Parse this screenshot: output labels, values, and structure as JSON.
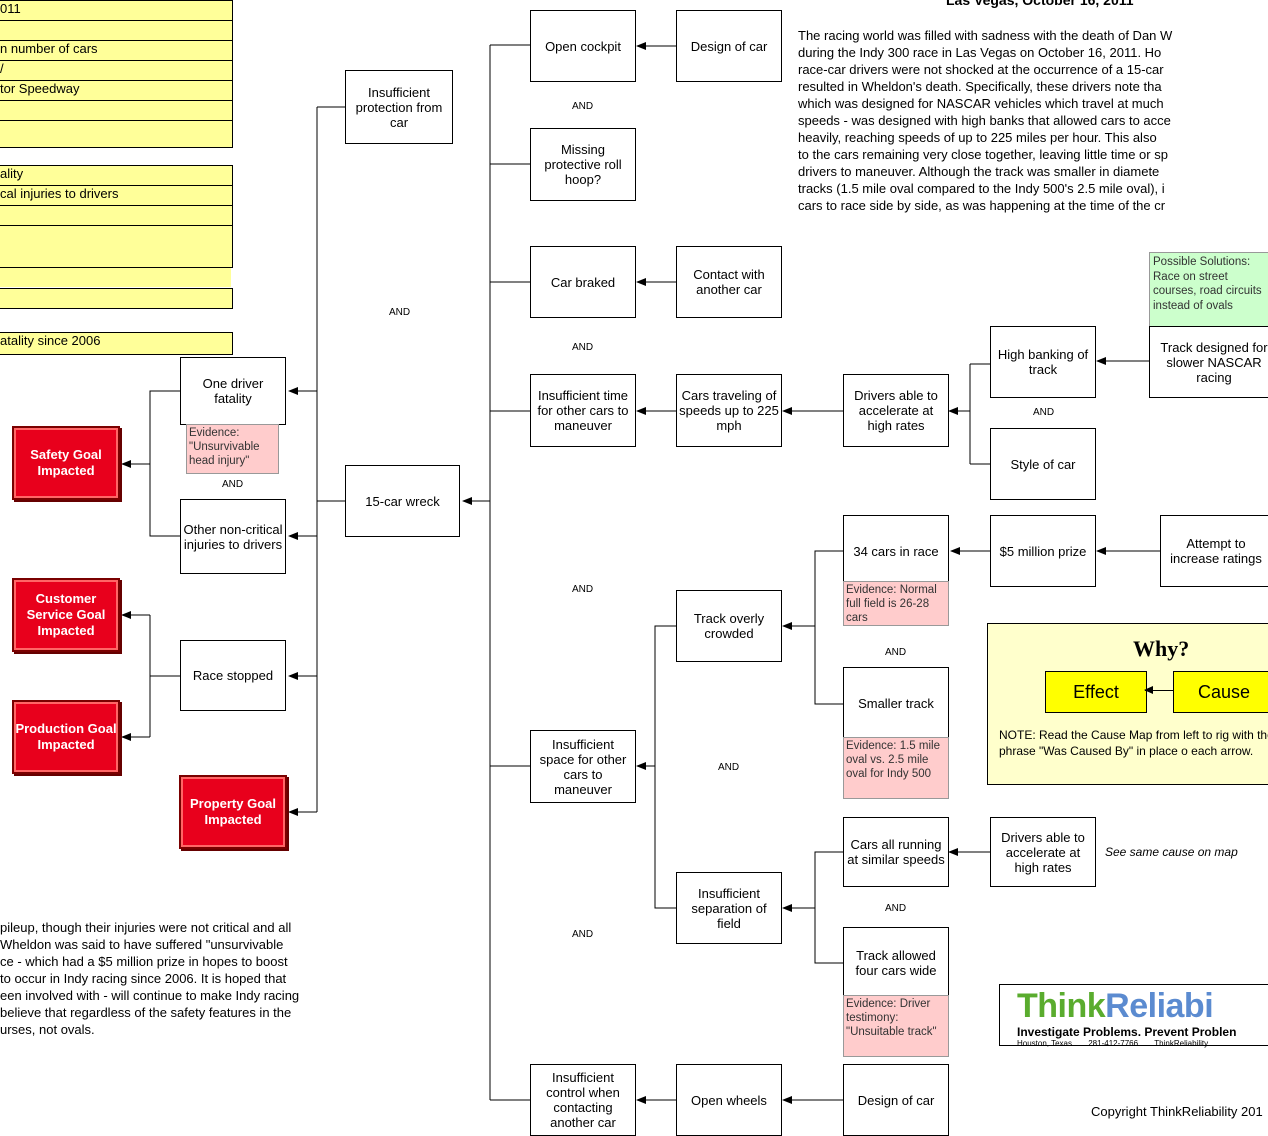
{
  "header": {
    "title": "Las Vegas, October 16, 2011"
  },
  "info_table_1": [
    "011",
    "",
    "n number of cars",
    "/",
    "tor Speedway",
    "",
    ""
  ],
  "info_table_2": [
    "ality",
    "cal injuries to drivers",
    "",
    "",
    ""
  ],
  "info_extra": [
    "",
    ""
  ],
  "info_table_3": [
    "atality since 2006"
  ],
  "intro_lines": [
    "The racing world was filled with sadness with the death of Dan W",
    "during the Indy 300 race in Las Vegas on October 16, 2011.  Ho",
    "race-car drivers were not shocked at the occurrence of a 15-car",
    "resulted in Wheldon's death.  Specifically, these drivers note tha",
    "which was designed for NASCAR vehicles which travel at much",
    "speeds - was designed with high banks that allowed cars to acce",
    "heavily, reaching speeds of up to 225 miles per hour.  This also",
    "to the cars remaining very close together, leaving little time or sp",
    "drivers to maneuver.  Although the track was smaller in diamete",
    "tracks (1.5 mile oval compared to the Indy 500's 2.5 mile oval), i",
    "cars to race side by side, as was happening at the time of the cr"
  ],
  "bottom_lines": [
    "pileup, though their injuries were not critical and all",
    "Wheldon was said to have suffered \"unsurvivable",
    "ce - which had a $5 million prize in hopes to boost",
    "to occur in Indy racing since 2006.  It is hoped that",
    "een involved with - will continue to make Indy racing",
    "believe that regardless of the safety features in the",
    "urses, not ovals."
  ],
  "goals": {
    "safety": "Safety Goal Impacted",
    "customer": "Customer Service Goal Impacted",
    "production": "Production Goal Impacted",
    "property": "Property Goal Impacted"
  },
  "nodes": {
    "fatality": "One driver fatality",
    "injuries": "Other non-critical injuries to drivers",
    "race_stopped": "Race stopped",
    "wreck": "15-car wreck",
    "insuff_protection": "Insufficient protection from car",
    "open_cockpit": "Open cockpit",
    "design_car_1": "Design of car",
    "roll_hoop": "Missing protective roll hoop?",
    "car_braked": "Car braked",
    "contact": "Contact with another car",
    "insuff_time": "Insufficient time for other cars to maneuver",
    "cars_225": "Cars traveling of speeds up to 225 mph",
    "drivers_accel_1": "Drivers able to accelerate at high rates",
    "high_banking": "High banking of track",
    "track_designed": "Track designed for slower NASCAR racing",
    "style_car": "Style of car",
    "insuff_space": "Insufficient space for other cars to maneuver",
    "track_crowded": "Track overly crowded",
    "cars_34": "34 cars in race",
    "prize": "$5 million prize",
    "ratings": "Attempt to increase ratings",
    "smaller_track": "Smaller track",
    "insuff_sep": "Insufficient separation of field",
    "similar_speeds": "Cars all running at similar speeds",
    "drivers_accel_2": "Drivers able to accelerate at high rates",
    "four_wide": "Track allowed four cars wide",
    "insuff_control": "Insufficient control when contacting another car",
    "open_wheels": "Open wheels",
    "design_car_2": "Design of car"
  },
  "evidence": {
    "head_injury": "Evidence: \"Unsurvivable head injury\"",
    "full_field": "Evidence: Normal full field is 26-28 cars",
    "oval": "Evidence: 1.5 mile oval vs. 2.5 mile oval for Indy 500",
    "testimony": "Evidence: Driver testimony: \"Unsuitable track\""
  },
  "solution": "Possible Solutions: Race on street courses, road circuits instead of ovals",
  "see_same": "See same cause on map",
  "and_label": "AND",
  "legend": {
    "title": "Why?",
    "effect": "Effect",
    "cause": "Cause",
    "note": "NOTE:  Read the Cause Map from left to rig with the phrase \"Was Caused By\" in place o each arrow."
  },
  "logo": {
    "think": "Think",
    "reliab": "Reliabi",
    "tagline": "Investigate  Problems.  Prevent Problen",
    "city": "Houston,  Texas",
    "phone": "281-412-7766",
    "site": "ThinkReliability"
  },
  "copyright": "Copyright ThinkReliability 201",
  "colors": {
    "goal_red": "#e8001c",
    "info_yellow": "#ffff99",
    "evidence_pink": "#ffcccc",
    "solution_green": "#ccffcc",
    "logo_green": "#5aac2e",
    "logo_blue": "#5b8bd0"
  }
}
